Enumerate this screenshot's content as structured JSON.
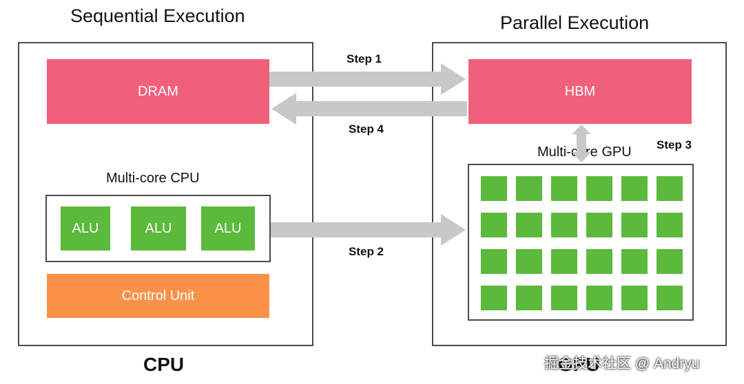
{
  "left": {
    "title": "Sequential Execution",
    "memory_label": "DRAM",
    "cpu_label": "Multi-core CPU",
    "alus": [
      "ALU",
      "ALU",
      "ALU"
    ],
    "control_label": "Control Unit",
    "footer": "CPU"
  },
  "right": {
    "title": "Parallel Execution",
    "memory_label": "HBM",
    "gpu_label": "Multi-core GPU",
    "footer": "GPU",
    "core_rows": 4,
    "core_cols": 6
  },
  "steps": {
    "step1": "Step 1",
    "step2": "Step 2",
    "step3": "Step 3",
    "step4": "Step 4"
  },
  "watermark": "掘金技术社区 @ Andryu",
  "colors": {
    "memory": "#f0607a",
    "alu": "#5bb93c",
    "control": "#fb9149",
    "arrow": "#c8c8c8"
  }
}
